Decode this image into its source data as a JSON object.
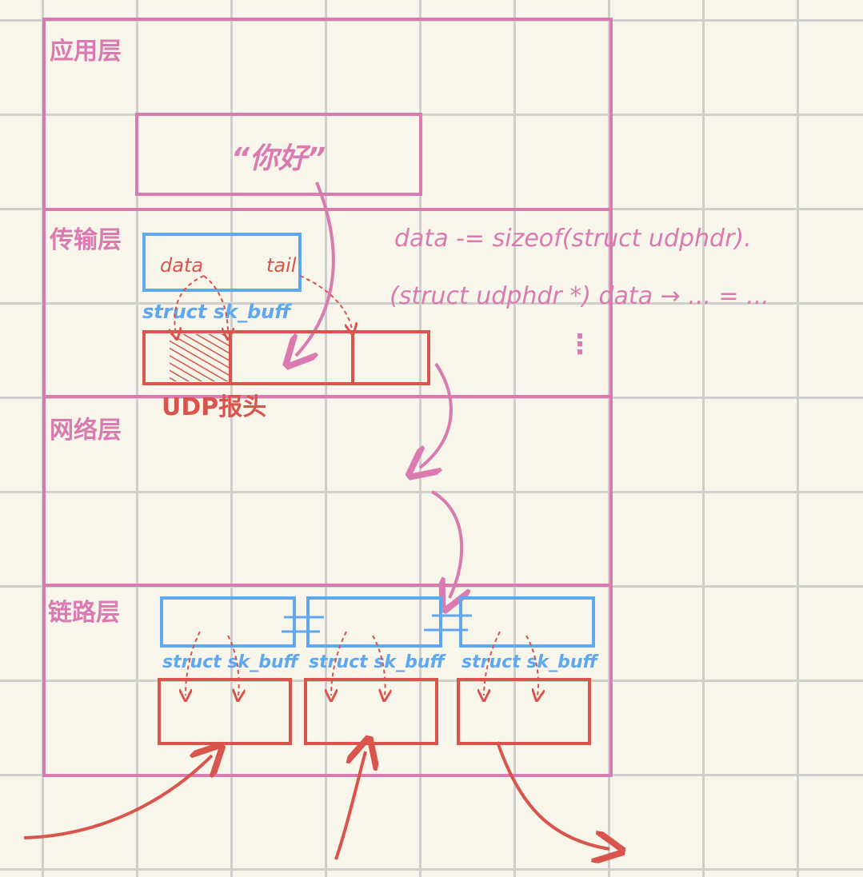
{
  "layers": {
    "application": "应用层",
    "transport": "传输层",
    "network": "网络层",
    "link": "链路层"
  },
  "app_payload": "“你好”",
  "transport": {
    "data_label": "data",
    "tail_label": "tail",
    "skb_label": "struct sk_buff",
    "udp_header_label": "UDP报头"
  },
  "code": {
    "line1": "data -= sizeof(struct udphdr).",
    "line2": "(struct udphdr *) data → ... = ...",
    "ellipsis": "⋮"
  },
  "link_skbs": [
    "struct sk_buff",
    "struct sk_buff",
    "struct sk_buff"
  ],
  "colors": {
    "pink": "#d97ab0",
    "red": "#d9544d",
    "blue": "#5fa7ee",
    "grid": "#cfcfcc",
    "paper": "#f8f5ea"
  }
}
